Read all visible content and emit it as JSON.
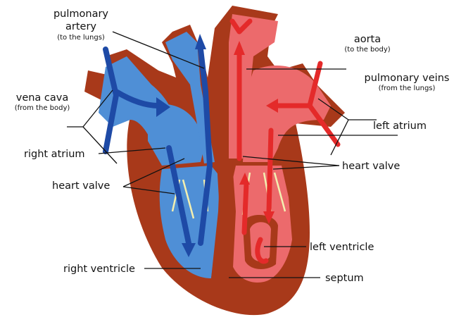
{
  "labels": {
    "pulmonary_artery": {
      "title_line1": "pulmonary",
      "title_line2": "artery",
      "sub": "(to the lungs)"
    },
    "aorta": {
      "title": "aorta",
      "sub": "(to the body)"
    },
    "vena_cava": {
      "title": "vena cava",
      "sub": "(from the body)"
    },
    "pulmonary_veins": {
      "title": "pulmonary veins",
      "sub": "(from the lungs)"
    },
    "left_atrium": "left atrium",
    "right_atrium": "right atrium",
    "heart_valve_right": "heart valve",
    "heart_valve_left": "heart valve",
    "left_ventricle": "left ventricle",
    "right_ventricle": "right ventricle",
    "septum": "septum"
  },
  "colors": {
    "muscle": "#a8391a",
    "deoxygenated": "#4f8fd6",
    "deoxygenated_arrow": "#1e4aa6",
    "oxygenated": "#ec6a6c",
    "oxygenated_arrow": "#e42a2a",
    "valve_cords": "#f3efb0"
  }
}
